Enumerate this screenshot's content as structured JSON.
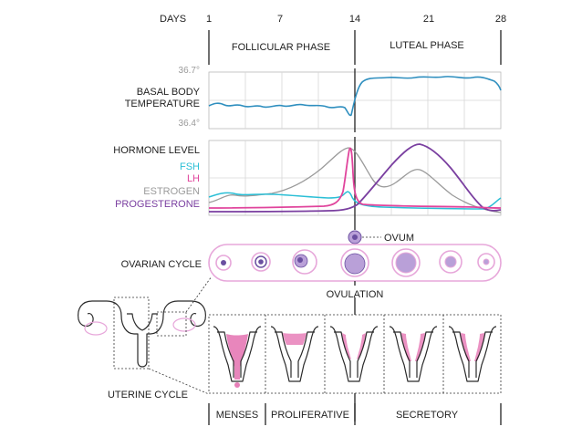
{
  "days_label": "DAYS",
  "day_ticks": [
    {
      "day": 1,
      "label": "1"
    },
    {
      "day": 7,
      "label": "7"
    },
    {
      "day": 14,
      "label": "14"
    },
    {
      "day": 21,
      "label": "21"
    },
    {
      "day": 28,
      "label": "28"
    }
  ],
  "phases": {
    "follicular": "FOLLICULAR PHASE",
    "luteal": "LUTEAL PHASE"
  },
  "bbt": {
    "label_line1": "BASAL BODY",
    "label_line2": "TEMPERATURE",
    "high_label": "36.7°",
    "low_label": "36.4°",
    "color": "#2f8fbf"
  },
  "hormones": {
    "title": "HORMONE LEVEL",
    "fsh": {
      "label": "FSH",
      "color": "#2bbfd6"
    },
    "lh": {
      "label": "LH",
      "color": "#e0449c"
    },
    "estrogen": {
      "label": "ESTROGEN",
      "color": "#9b9b9b"
    },
    "progesterone": {
      "label": "PROGESTERONE",
      "color": "#7a3fa0"
    }
  },
  "ovarian": {
    "label": "OVARIAN CYCLE",
    "ovum_label": "OVUM",
    "ovulation_label": "OVULATION",
    "accent": "#e7a7da",
    "follicle": "#b9a0d8",
    "core": "#6a4fa0"
  },
  "uterine": {
    "label": "UTERINE CYCLE",
    "phases": {
      "menses": "MENSES",
      "proliferative": "PROLIFERATIVE",
      "secretory": "SECRETORY"
    },
    "lining_color": "#e77fb8"
  }
}
